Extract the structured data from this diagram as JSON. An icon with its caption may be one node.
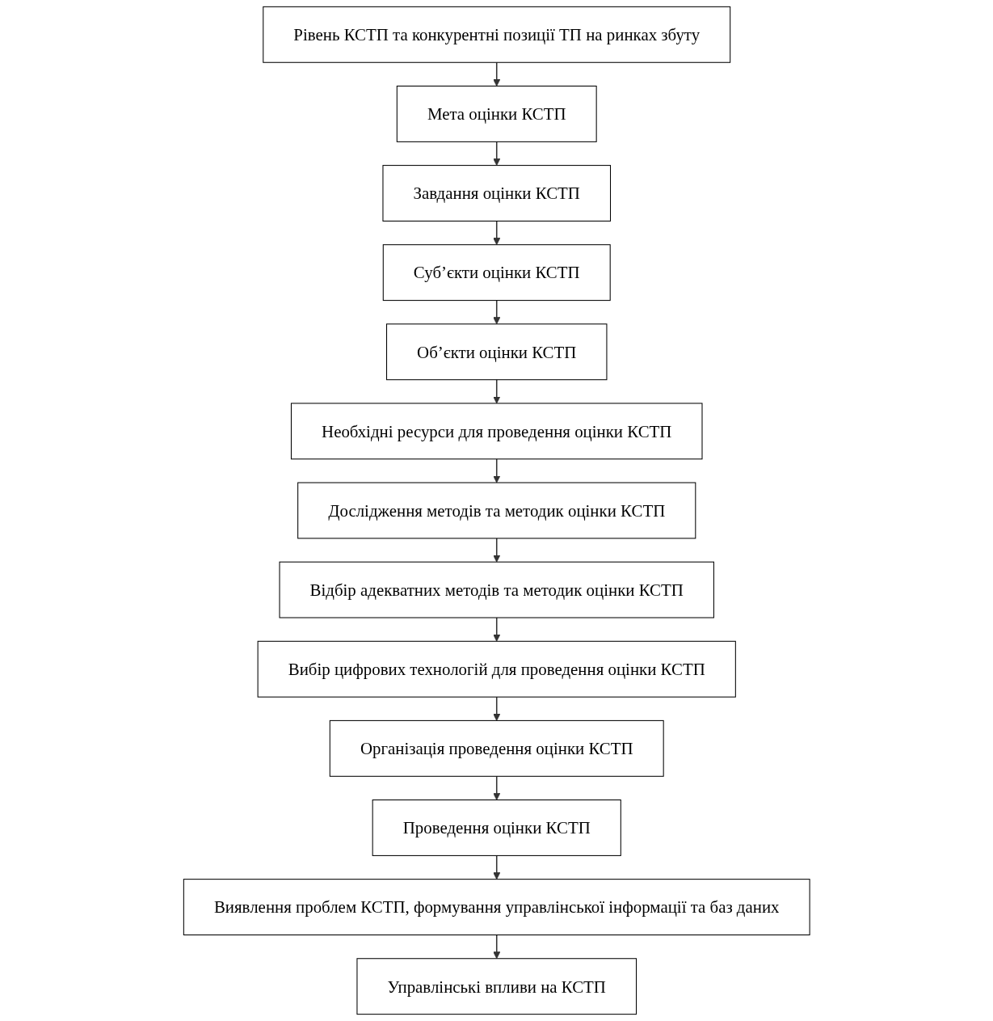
{
  "diagram": {
    "nodes": [
      {
        "text": [
          "Рівень КСТП та конкурентні позиції ТП на ринках збуту"
        ]
      },
      {
        "text": [
          "Мета оцінки КСТП"
        ]
      },
      {
        "text": [
          "Завдання оцінки КСТП"
        ]
      },
      {
        "text": [
          "Суб’єкти оцінки КСТП"
        ]
      },
      {
        "text": [
          "Об’єкти оцінки КСТП"
        ]
      },
      {
        "text": [
          "Необхідні ресурси для проведення оцінки КСТП"
        ]
      },
      {
        "text": [
          "Дослідження методів та методик оцінки КСТП"
        ]
      },
      {
        "text": [
          "Відбір адекватних методів та методик оцінки КСТП"
        ]
      },
      {
        "text": [
          "Вибір цифрових технологій для проведення оцінки КСТП"
        ]
      },
      {
        "text": [
          "Організація проведення оцінки КСТП"
        ]
      },
      {
        "text": [
          "Проведення оцінки КСТП"
        ]
      },
      {
        "text": [
          "Виявлення проблем КСТП, формування управлінської інформації та баз даних"
        ]
      },
      {
        "text": [
          "Управлінські впливи на КСТП"
        ]
      }
    ],
    "edges": [
      {
        "from": 0,
        "to": 1,
        "arrow": "to"
      },
      {
        "from": 1,
        "to": 2,
        "arrow": "to"
      },
      {
        "from": 2,
        "to": 3,
        "arrow": "to"
      },
      {
        "from": 3,
        "to": 4,
        "arrow": "to"
      },
      {
        "from": 4,
        "to": 5,
        "arrow": "to"
      },
      {
        "from": 5,
        "to": 6,
        "arrow": "to"
      },
      {
        "from": 6,
        "to": 7,
        "arrow": "to"
      },
      {
        "from": 7,
        "to": 8,
        "arrow": "to"
      },
      {
        "from": 8,
        "to": 9,
        "arrow": "to"
      },
      {
        "from": 9,
        "to": 10,
        "arrow": "to"
      },
      {
        "from": 10,
        "to": 11,
        "arrow": "to"
      },
      {
        "from": 11,
        "to": 12,
        "arrow": "to"
      }
    ]
  }
}
